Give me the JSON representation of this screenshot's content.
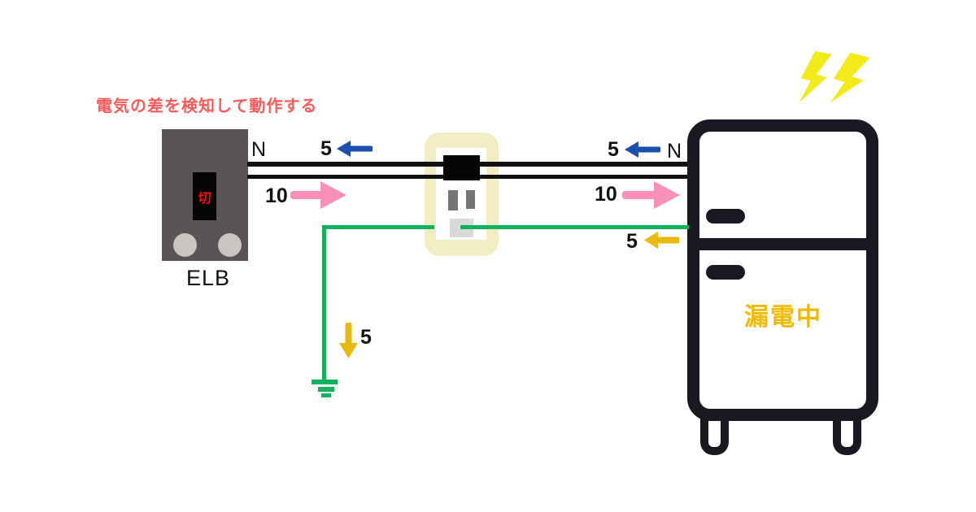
{
  "labels": {
    "caption": "電気の差を検知して動作する",
    "elb": "ELB",
    "breaker_switch": "切",
    "neutral_left": "N",
    "neutral_right": "N",
    "leak_status": "漏電中"
  },
  "currents": {
    "neutral_left": "5",
    "live_left": "10",
    "neutral_right": "5",
    "live_right": "10",
    "ground_right": "5",
    "earth_down": "5"
  },
  "colors": {
    "caption-red": "#fb5a5a",
    "switch-red": "#ff0c0c",
    "breaker-gray": "#595456",
    "breaker-knob": "#c9c5c3",
    "wire-black": "#111111",
    "wire-green": "#12b25c",
    "arrow-blue": "#1d4fae",
    "arrow-pink": "#f890b8",
    "arrow-gold": "#e8b90e",
    "outlet-cream": "#f3edc5",
    "outlet-slot": "#757575",
    "outlet-ground-pad": "#d9d9d9",
    "fridge-dark": "#191922",
    "lightning-yellow": "#f2ea19",
    "status-gold": "#efba00"
  }
}
